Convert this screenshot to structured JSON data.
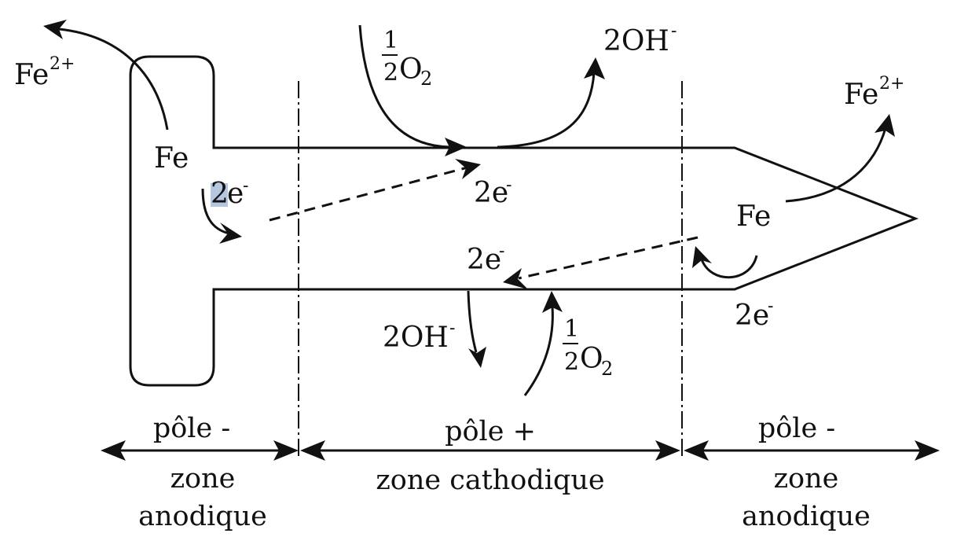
{
  "labels": {
    "fe2_left": "Fe",
    "fe2_left_charge": "2+",
    "fe_left": "Fe",
    "e_left_coef": "2",
    "e_left_sym": "e",
    "e_left_charge": "-",
    "half_num_top": "1",
    "half_den_top": "2",
    "o2_top": "O",
    "o2_top_sub": "2",
    "oh_top": "2OH",
    "oh_top_charge": "-",
    "e_mid_top": "2e",
    "e_mid_top_charge": "-",
    "fe2_right": "Fe",
    "fe2_right_charge": "2+",
    "fe_right": "Fe",
    "e_mid_bottom": "2e",
    "e_mid_bottom_charge": "-",
    "e_right_bottom": "2e",
    "e_right_bottom_charge": "-",
    "oh_bottom": "2OH",
    "oh_bottom_charge": "-",
    "half_num_bottom": "1",
    "half_den_bottom": "2",
    "o2_bottom": "O",
    "o2_bottom_sub": "2"
  },
  "zones": {
    "left_pole": "pôle -",
    "left_zone_line1": "zone",
    "left_zone_line2": "anodique",
    "middle_pole": "pôle +",
    "middle_zone": "zone cathodique",
    "right_pole": "pôle -",
    "right_zone_line1": "zone",
    "right_zone_line2": "anodique"
  },
  "colors": {
    "nail_fill": "#e6e6e6",
    "ink": "#111111",
    "highlight": "#b4c7de"
  }
}
